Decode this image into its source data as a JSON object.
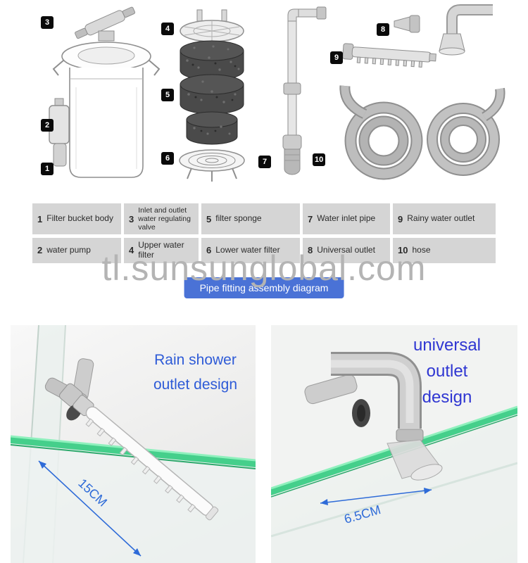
{
  "colors": {
    "banner_bg": "#4a72d6",
    "caption_blue": "#2e5bd7",
    "caption_indigo": "#2f36d2",
    "measure_blue": "#2e6bd8",
    "glass_green": "#45cf8b",
    "callout_bg": "#0a0a0a"
  },
  "diagram": {
    "callouts": [
      "1",
      "2",
      "3",
      "4",
      "5",
      "6",
      "7",
      "8",
      "9",
      "10"
    ]
  },
  "legend": {
    "rows": [
      [
        {
          "num": "1",
          "label": "Filter bucket body"
        },
        {
          "num": "3",
          "label": "Inlet and outlet water regulating valve"
        },
        {
          "num": "5",
          "label": "filter sponge"
        },
        {
          "num": "7",
          "label": "Water inlet pipe"
        },
        {
          "num": "9",
          "label": "Rainy water outlet"
        }
      ],
      [
        {
          "num": "2",
          "label": "water pump"
        },
        {
          "num": "4",
          "label": "Upper water filter"
        },
        {
          "num": "6",
          "label": "Lower water filter"
        },
        {
          "num": "8",
          "label": "Universal outlet"
        },
        {
          "num": "10",
          "label": "hose"
        }
      ]
    ]
  },
  "watermark": "tl.sunsunglobal.com",
  "banner": "Pipe fitting assembly diagram",
  "photos": {
    "left": {
      "caption_line1": "Rain shower",
      "caption_line2": "outlet design",
      "measurement": "15CM"
    },
    "right": {
      "caption_line1": "universal",
      "caption_line2": "outlet",
      "caption_line3": "design",
      "measurement": "6.5CM"
    }
  }
}
